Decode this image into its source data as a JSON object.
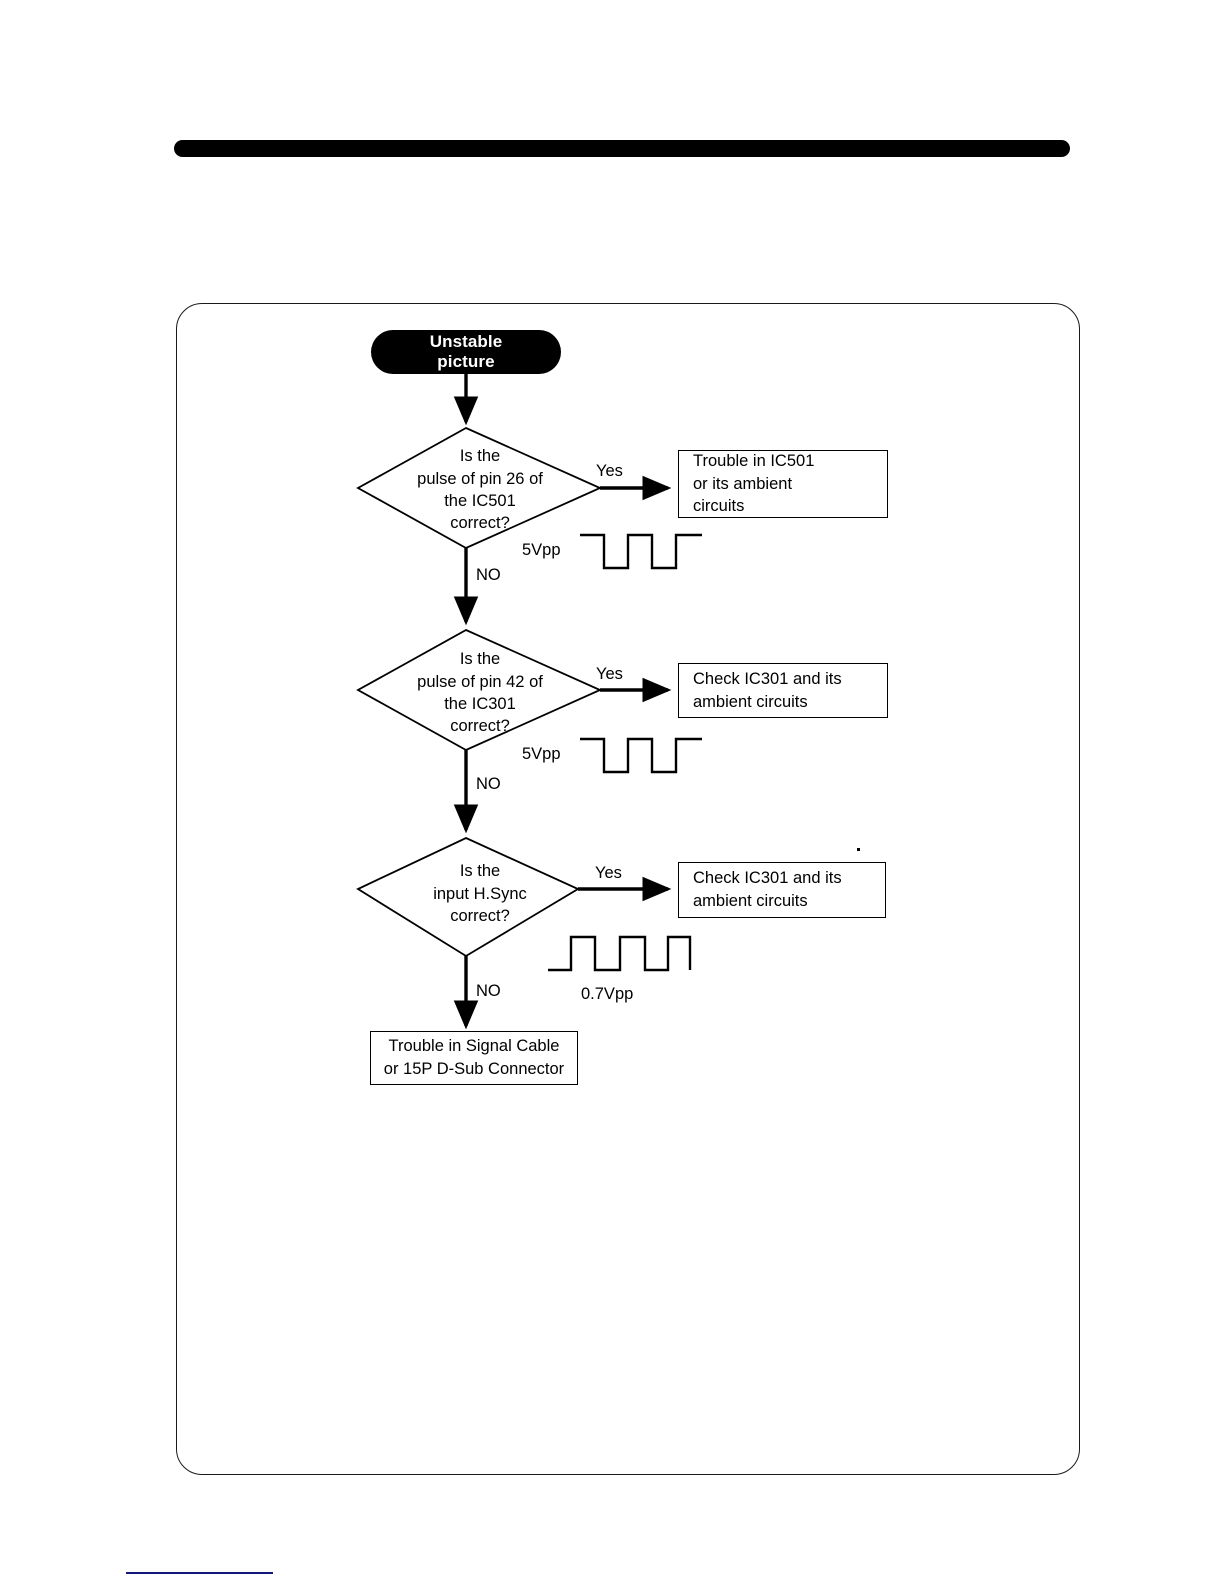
{
  "document": {
    "title": "Unstable picture troubleshooting flowchart",
    "colors": {
      "ink": "#000000",
      "paper": "#ffffff",
      "footer_rule": "#10197a"
    }
  },
  "flowchart": {
    "terminal": {
      "line1": "Unstable",
      "line2": "picture"
    },
    "decisions": [
      {
        "id": "d1",
        "lines": [
          "Is the",
          "pulse of pin 26 of",
          "the IC501",
          "correct?"
        ],
        "yes_label": "Yes",
        "no_label": "NO"
      },
      {
        "id": "d2",
        "lines": [
          "Is the",
          "pulse of pin 42 of",
          "the IC301",
          "correct?"
        ],
        "yes_label": "Yes",
        "no_label": "NO"
      },
      {
        "id": "d3",
        "lines": [
          "Is the",
          "input H.Sync",
          "correct?"
        ],
        "yes_label": "Yes",
        "no_label": "NO"
      }
    ],
    "results": [
      {
        "id": "r1",
        "lines": [
          "Trouble in IC501",
          "or its ambient",
          "circuits"
        ]
      },
      {
        "id": "r2",
        "lines": [
          "Check IC301 and its",
          "ambient circuits"
        ]
      },
      {
        "id": "r3",
        "lines": [
          "Check IC301 and its",
          "ambient circuits"
        ]
      }
    ],
    "final": {
      "id": "final",
      "lines": [
        "Trouble in Signal Cable",
        "or 15P D-Sub Connector"
      ]
    },
    "waveforms": [
      {
        "id": "w1",
        "amplitude": "5Vpp",
        "label_position": "left",
        "phase": "high-first"
      },
      {
        "id": "w2",
        "amplitude": "5Vpp",
        "label_position": "left",
        "phase": "high-first"
      },
      {
        "id": "w3",
        "amplitude": "0.7Vpp",
        "label_position": "below",
        "phase": "low-first"
      }
    ]
  }
}
